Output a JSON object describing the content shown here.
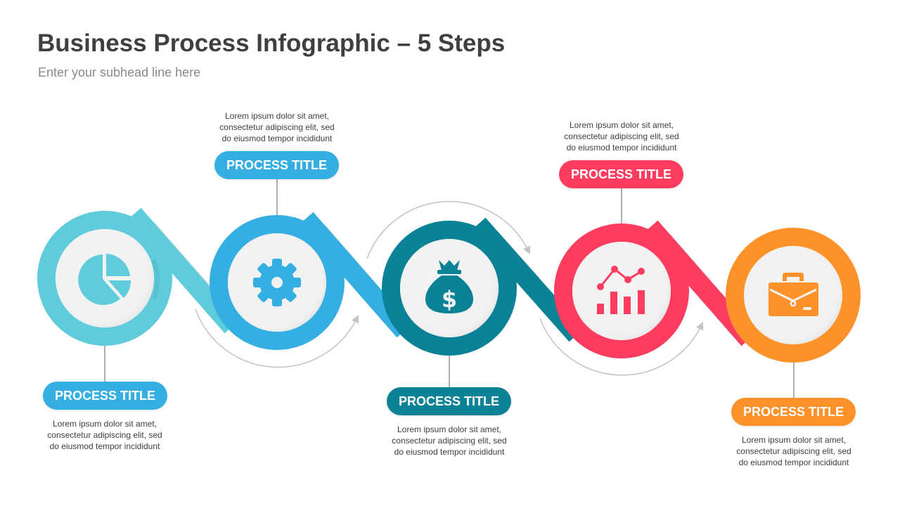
{
  "header": {
    "title": "Business Process Infographic – 5 Steps",
    "subhead": "Enter your subhead line here"
  },
  "colors": {
    "step1": "#5ECCDB",
    "step2": "#35AEE2",
    "step3": "#0B8296",
    "step4": "#FC3D5F",
    "step5": "#FD922A",
    "inner_disc": "#F2F2F2",
    "arrow": "#C4C4C4",
    "connector": "#7a7a7a"
  },
  "steps": [
    {
      "id": 1,
      "title": "PROCESS TITLE",
      "icon": "pie-chart-icon",
      "label_position": "bottom",
      "description": [
        "Lorem ipsum dolor sit amet,",
        "consectetur  adipiscing elit, sed",
        "do eiusmod tempor incididunt"
      ]
    },
    {
      "id": 2,
      "title": "PROCESS TITLE",
      "icon": "gear-icon",
      "label_position": "top",
      "description": [
        "Lorem ipsum dolor sit amet,",
        "consectetur  adipiscing elit, sed",
        "do eiusmod tempor incididunt"
      ]
    },
    {
      "id": 3,
      "title": "PROCESS TITLE",
      "icon": "money-bag-icon",
      "label_position": "bottom",
      "description": [
        "Lorem ipsum dolor sit amet,",
        "consectetur  adipiscing elit, sed",
        "do eiusmod tempor incididunt"
      ]
    },
    {
      "id": 4,
      "title": "PROCESS TITLE",
      "icon": "analytics-chart-icon",
      "label_position": "top",
      "description": [
        "Lorem ipsum dolor sit amet,",
        "consectetur  adipiscing elit, sed",
        "do eiusmod tempor incididunt"
      ]
    },
    {
      "id": 5,
      "title": "PROCESS TITLE",
      "icon": "briefcase-icon",
      "label_position": "bottom",
      "description": [
        "Lorem ipsum dolor sit amet,",
        "consectetur  adipiscing elit, sed",
        "do eiusmod tempor incididunt"
      ]
    }
  ]
}
